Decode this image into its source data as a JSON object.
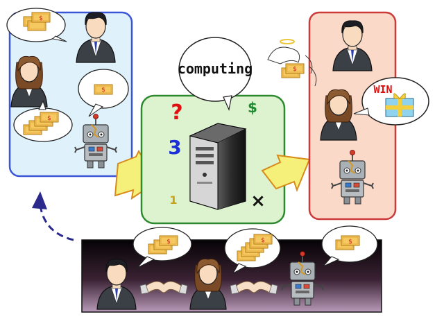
{
  "currency_symbol": "$",
  "process_bubble": "computing",
  "winner_label": "WIN",
  "process_symbols": {
    "question": "?",
    "three": "3",
    "dollar": "$",
    "one": "1",
    "cross": "×"
  },
  "colors": {
    "left_panel_fill": "#dff1fb",
    "left_panel_border": "#3a55d6",
    "center_panel_fill": "#ddf3cf",
    "center_panel_border": "#2e8a2e",
    "right_panel_fill": "#fbd9c8",
    "right_panel_border": "#cc3a3a",
    "arrow_fill": "#f5f07a",
    "arrow_stroke": "#d88a1a",
    "money_fill": "#f6c860",
    "money_symbol": "#d32020",
    "dashed_arrow": "#2b2a8c",
    "win_text": "#e01010",
    "gift_fill": "#8fd3ef",
    "gift_ribbon": "#f4d13c"
  }
}
